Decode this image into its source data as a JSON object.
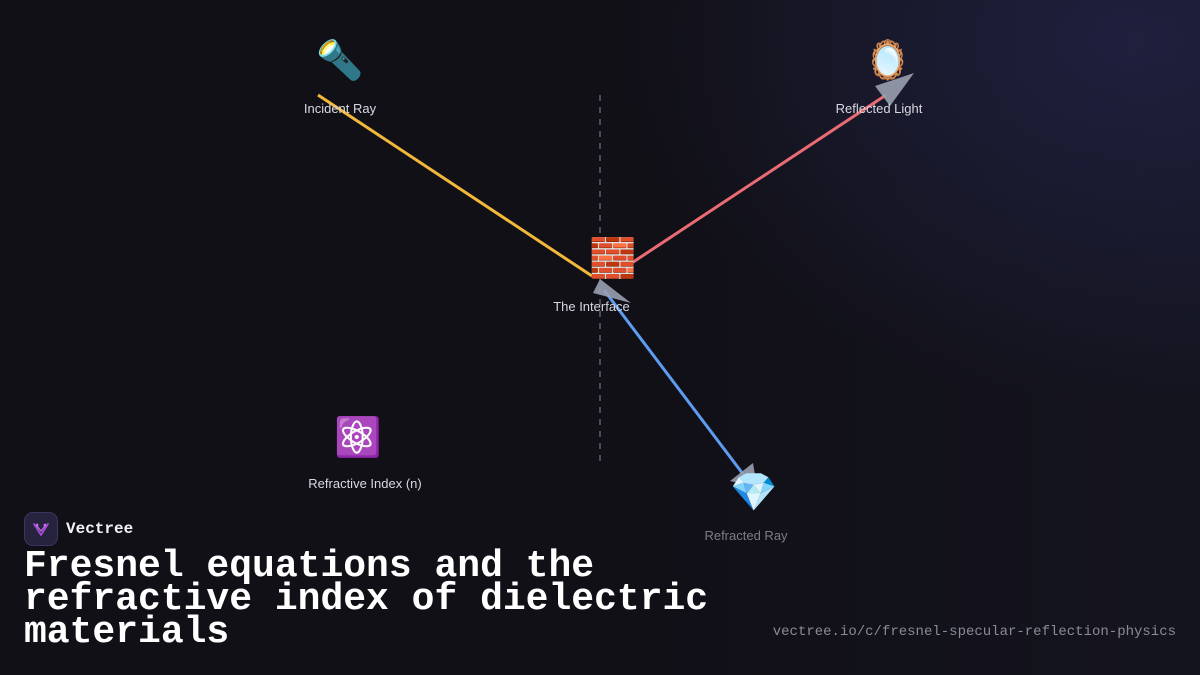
{
  "colors": {
    "background": "#111017",
    "incident_ray": "#f3b83a",
    "reflected_ray": "#ea6b73",
    "refracted_ray": "#5d9cf0",
    "normal_line": "#5a5a66",
    "arrowhead": "#9aa0b0"
  },
  "diagram": {
    "nodes": [
      {
        "id": "incident",
        "icon": "flashlight-icon",
        "emoji": "🔦",
        "label": "Incident Ray"
      },
      {
        "id": "reflected",
        "icon": "mirror-icon",
        "emoji": "🪞",
        "label": "Reflected Light"
      },
      {
        "id": "interface",
        "icon": "brick-wall-icon",
        "emoji": "🧱",
        "label": "The Interface"
      },
      {
        "id": "index",
        "icon": "atom-icon",
        "emoji": "⚛️",
        "label": "Refractive Index (n)"
      },
      {
        "id": "refracted",
        "icon": "gem-icon",
        "emoji": "💎",
        "label": "Refracted Ray"
      }
    ],
    "edges": [
      {
        "from": "incident",
        "to": "interface",
        "kind": "incident"
      },
      {
        "from": "interface",
        "to": "reflected",
        "kind": "reflected"
      },
      {
        "from": "interface",
        "to": "refracted",
        "kind": "refracted"
      }
    ]
  },
  "brand": {
    "name": "Vectree",
    "logo_icon": "vectree-logo-icon"
  },
  "title": "Fresnel equations and the refractive index of dielectric materials",
  "url": "vectree.io/c/fresnel-specular-reflection-physics"
}
